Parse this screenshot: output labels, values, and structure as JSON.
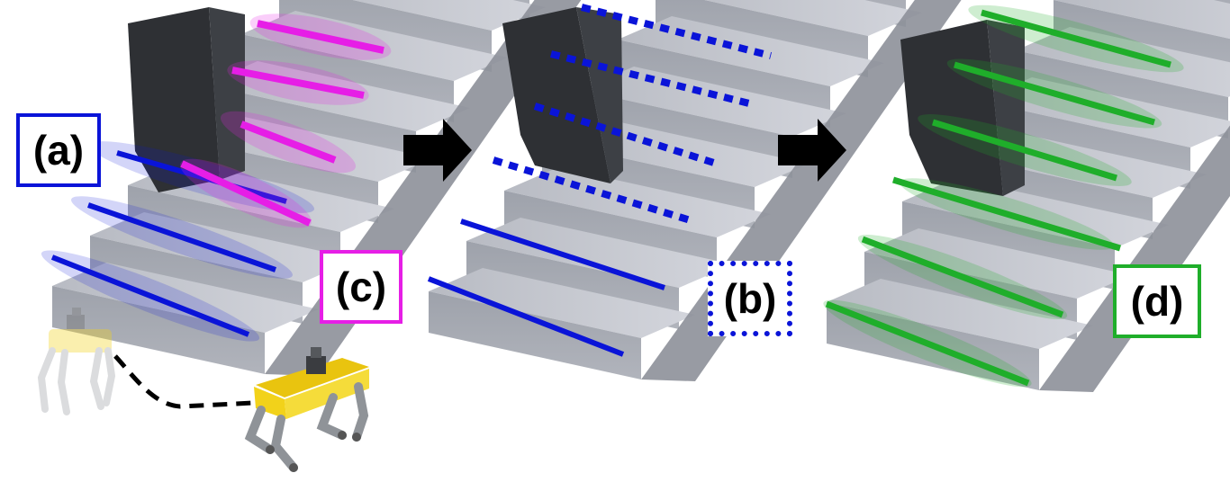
{
  "colors": {
    "panel_a": "#0a14d8",
    "panel_b": "#0a14d8",
    "panel_c": "#e61ee6",
    "panel_d": "#1fae2a",
    "stair_top": "#c9ccd4",
    "stair_riser": "#a3a7b0",
    "stair_side": "#8d9099",
    "block": "#2e3034",
    "robot_body": "#f2d21a",
    "robot_leg": "#9a9ea3",
    "arrow": "#000000"
  },
  "labels": {
    "a": "(a)",
    "b": "(b)",
    "c": "(c)",
    "d": "(d)"
  },
  "icons": {
    "arrow1": "right-arrow-icon",
    "arrow2": "right-arrow-icon",
    "robot_ghost": "quadruped-robot-icon",
    "robot": "quadruped-robot-icon"
  }
}
